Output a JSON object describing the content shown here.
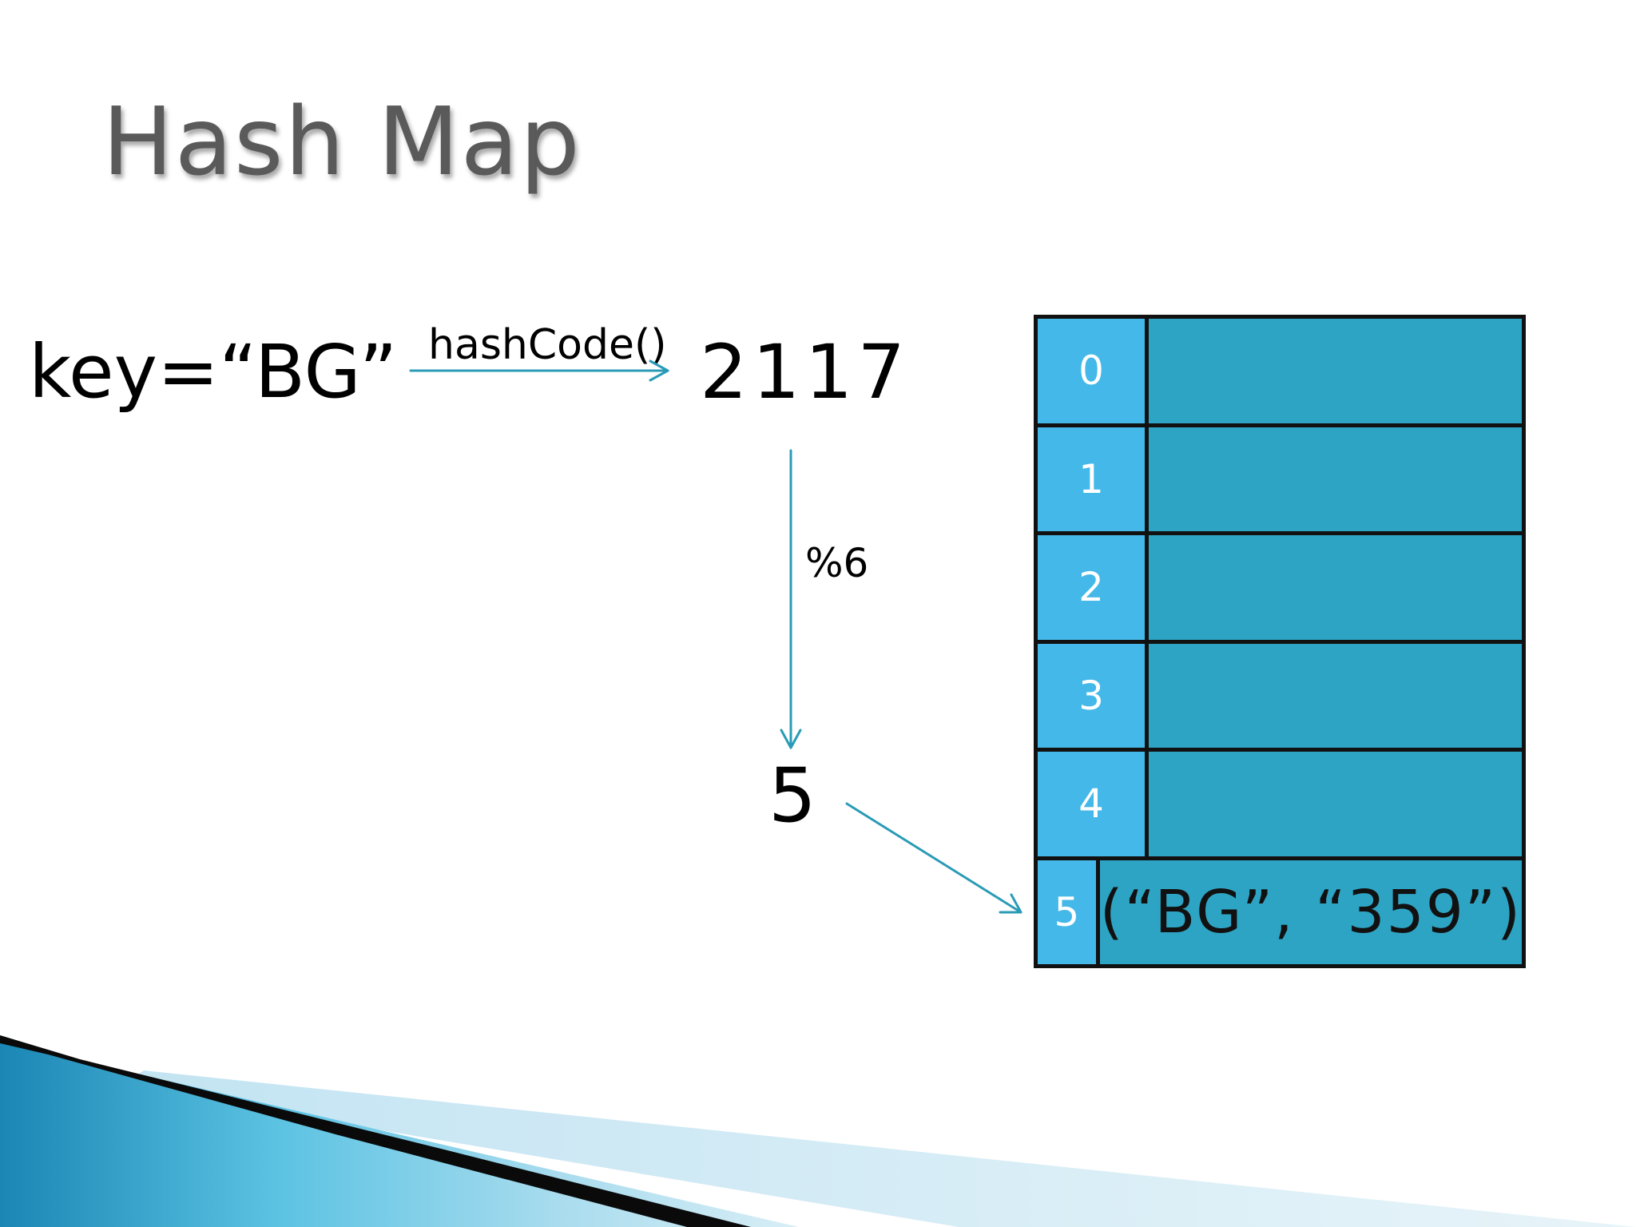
{
  "slide": {
    "title": "Hash Map"
  },
  "diagram": {
    "key_label": "key=“BG”",
    "hash_op_label": "hashCode()",
    "hash_value": "2117",
    "mod_op_label": "%6",
    "index_value": "5",
    "arrow_color": "#2a9bb6",
    "table": {
      "index_color": "#44b8e8",
      "cell_color": "#2ea4c4",
      "rows": [
        {
          "index": "0",
          "value": ""
        },
        {
          "index": "1",
          "value": ""
        },
        {
          "index": "2",
          "value": ""
        },
        {
          "index": "3",
          "value": ""
        },
        {
          "index": "4",
          "value": ""
        },
        {
          "index": "5",
          "value": "(“BG”, “359”)"
        }
      ]
    }
  }
}
